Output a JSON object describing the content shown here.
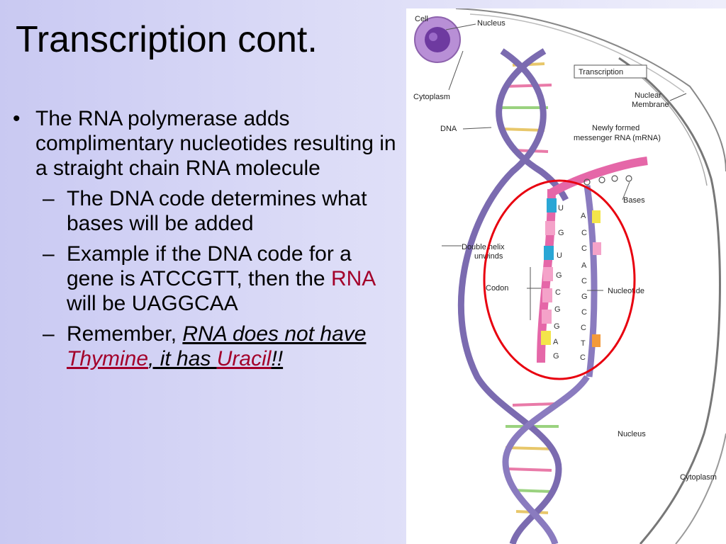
{
  "slide": {
    "title": "Transcription cont.",
    "bullet_main": "The RNA polymerase adds complimentary nucleotides resulting in a straight chain RNA molecule",
    "sub1": "The DNA code determines what bases will be added",
    "sub2_pre": "Example if the DNA code for a gene is ATCCGTT, then the ",
    "sub2_rna": "RNA",
    "sub2_post": " will be UAGGCAA",
    "sub3_pre": "Remember, ",
    "sub3_p1": "RNA does not have ",
    "sub3_thymine": "Thymine",
    "sub3_p2": ", it has ",
    "sub3_uracil": "Uracil",
    "sub3_end": "!!"
  },
  "figure": {
    "labels": {
      "cell": "Cell",
      "nucleus_top": "Nucleus",
      "transcription": "Transcription",
      "cytoplasm_top": "Cytoplasm",
      "nuclear_membrane_1": "Nuclear",
      "nuclear_membrane_2": "Membrane",
      "dna": "DNA",
      "mrna_1": "Newly formed",
      "mrna_2": "messenger RNA (mRNA)",
      "bases": "Bases",
      "double_helix_1": "Double helix",
      "double_helix_2": "unwinds",
      "codon": "Codon",
      "nucleotide": "Nucleotide",
      "nucleus_bottom": "Nucleus",
      "cytoplasm_bottom": "Cytoplasm"
    },
    "rna_bases": [
      "U",
      "G",
      "U",
      "G",
      "C",
      "G",
      "G",
      "A",
      "G"
    ],
    "dna_bases": [
      "A",
      "C",
      "C",
      "A",
      "C",
      "G",
      "C",
      "C",
      "T",
      "C"
    ],
    "colors": {
      "highlight_ellipse": "#e8000f",
      "dna_strand": "#7b6bb0",
      "rna_strand": "#e567a8"
    }
  }
}
